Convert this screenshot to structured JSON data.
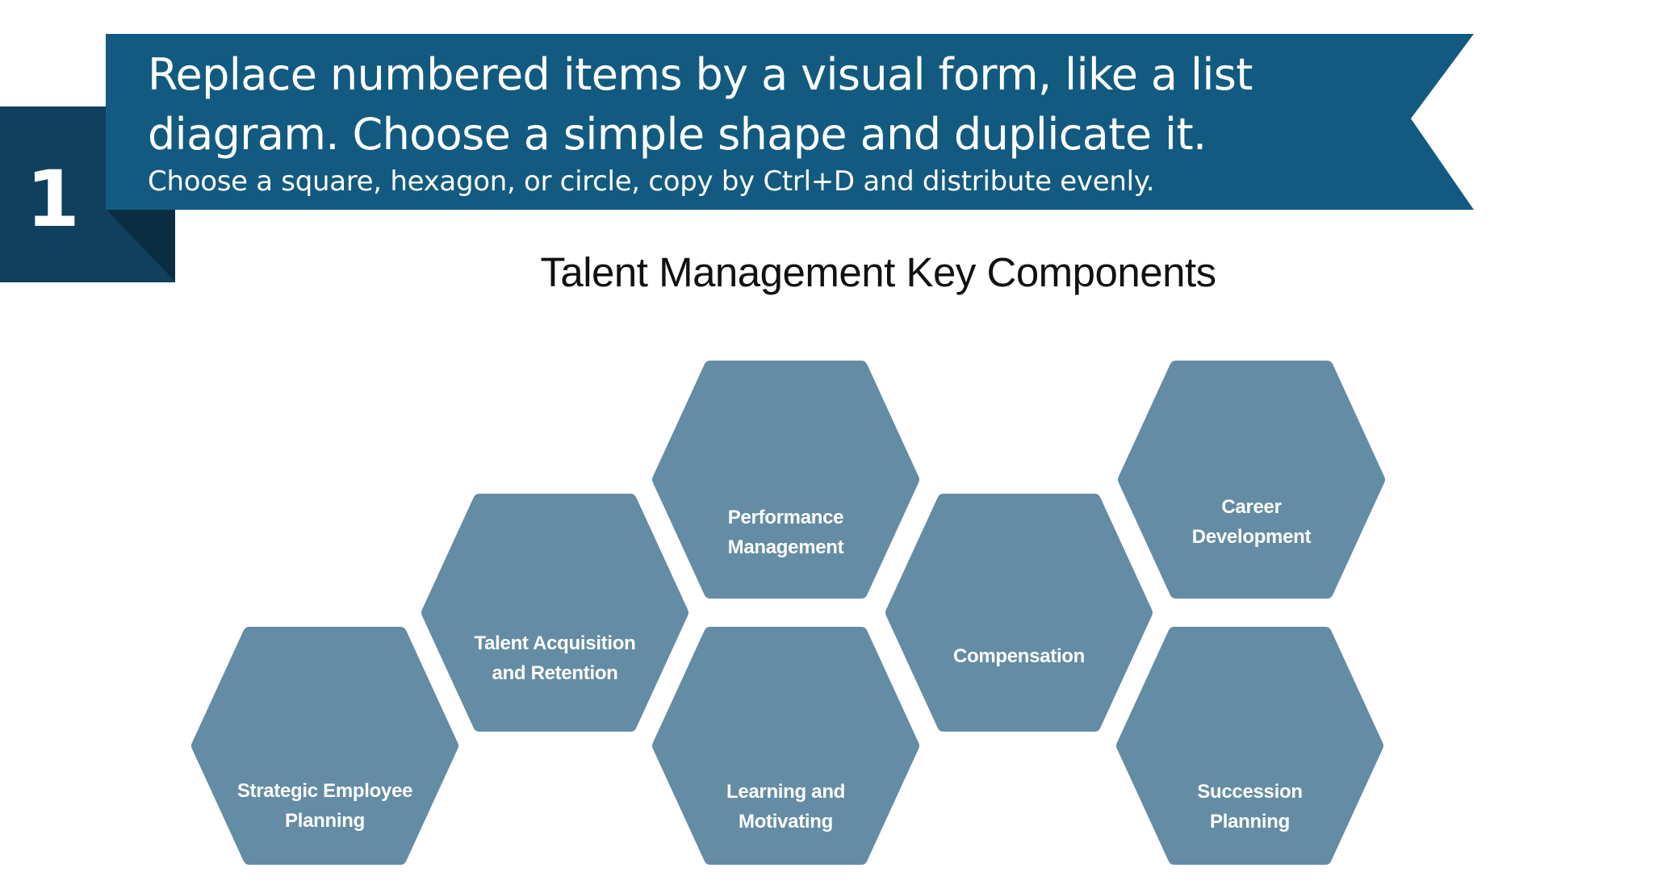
{
  "colors": {
    "banner": "#135A80",
    "number_box": "#0F405E",
    "fold": "#0B2D41",
    "hexagon": "#648CA4",
    "hex_text": "#FFFFFF",
    "title_text": "#111111",
    "background": "#FFFFFF"
  },
  "header": {
    "step_number": "1",
    "line1": "Replace numbered items by a visual form, like a list",
    "line2": "diagram. Choose a simple shape and duplicate it.",
    "subline": "Choose a square, hexagon, or circle, copy by Ctrl+D and distribute evenly."
  },
  "diagram": {
    "title": "Talent Management Key Components",
    "hexagons": [
      {
        "id": "strategic-employee-planning",
        "lines": [
          "Strategic Employee",
          "Planning"
        ]
      },
      {
        "id": "talent-acquisition-and-retention",
        "lines": [
          "Talent Acquisition",
          "and Retention"
        ]
      },
      {
        "id": "performance-management",
        "lines": [
          "Performance",
          "Management"
        ]
      },
      {
        "id": "learning-and-motivating",
        "lines": [
          "Learning and",
          "Motivating"
        ]
      },
      {
        "id": "compensation",
        "lines": [
          "Compensation"
        ]
      },
      {
        "id": "career-development",
        "lines": [
          "Career",
          "Development"
        ]
      },
      {
        "id": "succession-planning",
        "lines": [
          "Succession",
          "Planning"
        ]
      }
    ]
  }
}
